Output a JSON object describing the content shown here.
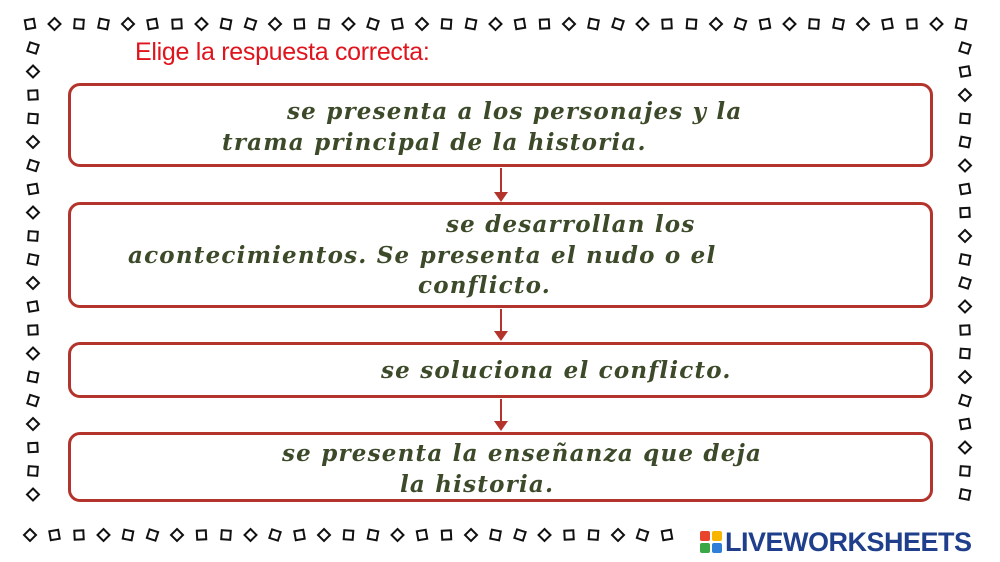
{
  "worksheet": {
    "title": "Elige la respuesta correcta:",
    "steps": [
      {
        "lines": [
          "se presenta a los personajes y la",
          "trama principal de la historia."
        ]
      },
      {
        "lines": [
          "se desarrollan los",
          "acontecimientos. Se presenta el nudo o el",
          "conflicto."
        ]
      },
      {
        "lines": [
          "se soluciona el conflicto."
        ]
      },
      {
        "lines": [
          "se presenta la enseñanza que deja",
          "la historia."
        ]
      }
    ]
  },
  "branding": {
    "name": "LIVEWORKSHEETS",
    "logo_colors": [
      "#e8452c",
      "#f7b500",
      "#3aa845",
      "#2f7ed8"
    ]
  },
  "colors": {
    "title": "#e0141c",
    "box_border": "#b3342c",
    "step_text": "#3c4a2a",
    "brand_text": "#1f3f8c"
  }
}
